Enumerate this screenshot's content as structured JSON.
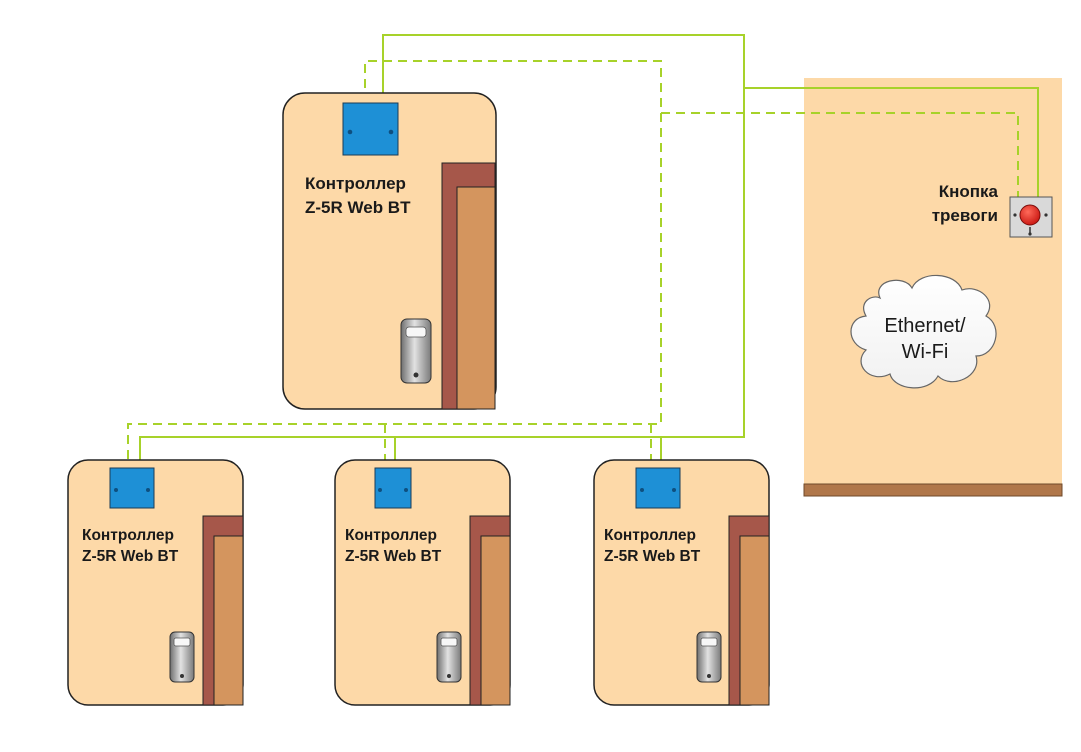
{
  "controllers": [
    {
      "line1": "Контроллер",
      "line2": "Z-5R Web BT"
    },
    {
      "line1": "Контроллер",
      "line2": "Z-5R Web BT"
    },
    {
      "line1": "Контроллер",
      "line2": "Z-5R Web BT"
    },
    {
      "line1": "Контроллер",
      "line2": "Z-5R Web BT"
    }
  ],
  "alarm_button": {
    "line1": "Кнопка",
    "line2": "тревоги"
  },
  "network": {
    "line1": "Ethernet/",
    "line2": "Wi-Fi"
  },
  "colors": {
    "room_fill": "#fdd9a8",
    "door_frame": "#a6574a",
    "door_leaf": "#d4955e",
    "controller_box": "#1e90d6",
    "wire": "#a7d22a",
    "alarm_red": "#e4231f",
    "floor_strip": "#b0774a"
  }
}
